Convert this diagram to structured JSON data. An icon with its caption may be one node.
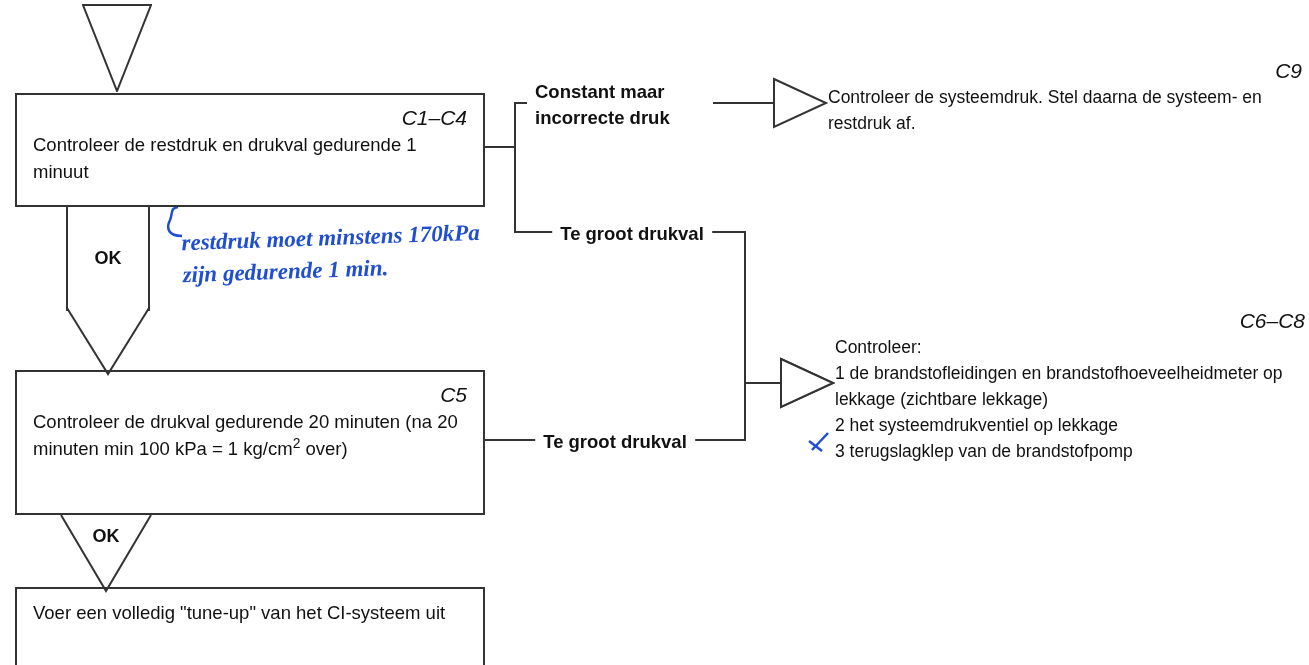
{
  "diagram": {
    "nodes": [
      {
        "text": [],
        "shape": "triangle"
      },
      {
        "text": [
          "C1–C4",
          "Controleer de restdruk en drukval gedurende 1 minuut"
        ]
      },
      {
        "text": [
          "C5",
          "Controleer de drukval gedurende 20 minuten (na 20 minuten min 100 kPa = 1 kg/cm$^{2}$ over)"
        ]
      },
      {
        "text": [
          "Voer een volledig \"tune-up\" van het CI-systeem uit"
        ]
      },
      {
        "text": [
          "C9",
          "Controleer de systeemdruk. Stel daarna de systeem- en restdruk af."
        ]
      },
      {
        "text": [
          "C6–C8",
          "Controleer:",
          "1 de brandstofleidingen en brandstofhoeveelheidmeter op lekkage (zichtbare lekkage)",
          "2 het systeemdrukventiel op lekkage",
          "3 terugslagklep van de brandstofpomp"
        ]
      },
      {
        "text": [
          "restdruk moet minstens 170kPa zijn gedurende 1 min."
        ]
      }
    ],
    "edges": [
      {
        "from": 1,
        "to": 2,
        "arrow": "to",
        "label": "OK"
      },
      {
        "from": 2,
        "to": 3,
        "arrow": "to",
        "label": "OK"
      },
      {
        "from": 1,
        "to": 4,
        "arrow": "to",
        "label": "Constant maar incorrecte druk"
      },
      {
        "from": 1,
        "to": 5,
        "arrow": "to",
        "label": "Te groot drukval"
      },
      {
        "from": 2,
        "to": 5,
        "arrow": "to",
        "label": "Te groot drukval"
      },
      {
        "from": 6,
        "to": 1,
        "arrow": "none",
        "color": "#1f4fd0"
      }
    ]
  }
}
